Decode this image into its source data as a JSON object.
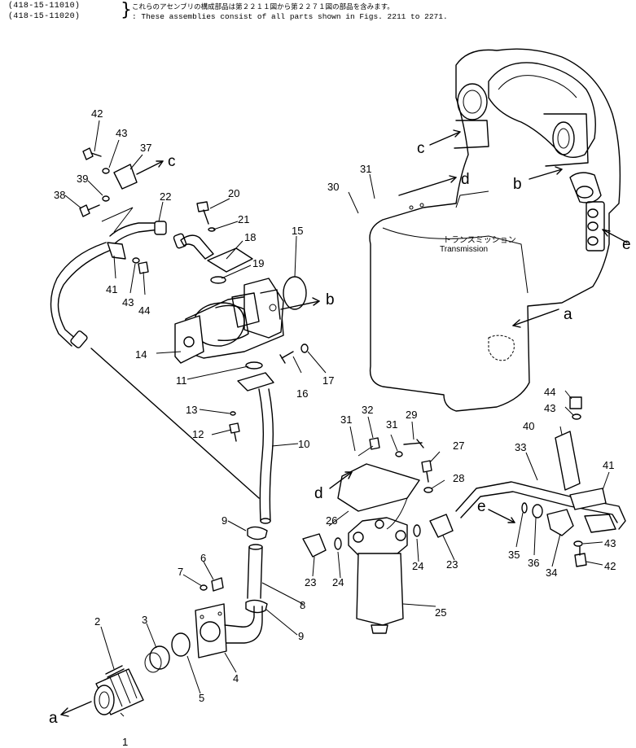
{
  "header": {
    "line1_code": "(418-15-11010)",
    "line1_note": "これらのアセンブリの構成部品は第２２１１図から第２２７１図の部品を含みます。",
    "line2_code": "(418-15-11020)",
    "line2_note": ": These assemblies consist of all parts shown in Figs. 2211 to 2271."
  },
  "transmission_label": {
    "jp": "トランスミッション",
    "en": "Transmission"
  },
  "part_numbers": [
    "1",
    "2",
    "3",
    "4",
    "5",
    "6",
    "7",
    "8",
    "9",
    "9",
    "10",
    "11",
    "12",
    "13",
    "14",
    "15",
    "16",
    "17",
    "18",
    "19",
    "20",
    "21",
    "22",
    "23",
    "23",
    "24",
    "24",
    "25",
    "26",
    "27",
    "28",
    "29",
    "30",
    "31",
    "31",
    "31",
    "32",
    "33",
    "34",
    "35",
    "36",
    "37",
    "38",
    "39",
    "40",
    "41",
    "41",
    "42",
    "42",
    "43",
    "43",
    "43",
    "43",
    "44",
    "44"
  ],
  "connection_letters": [
    "a",
    "a",
    "b",
    "b",
    "c",
    "c",
    "d",
    "d",
    "e",
    "e"
  ]
}
